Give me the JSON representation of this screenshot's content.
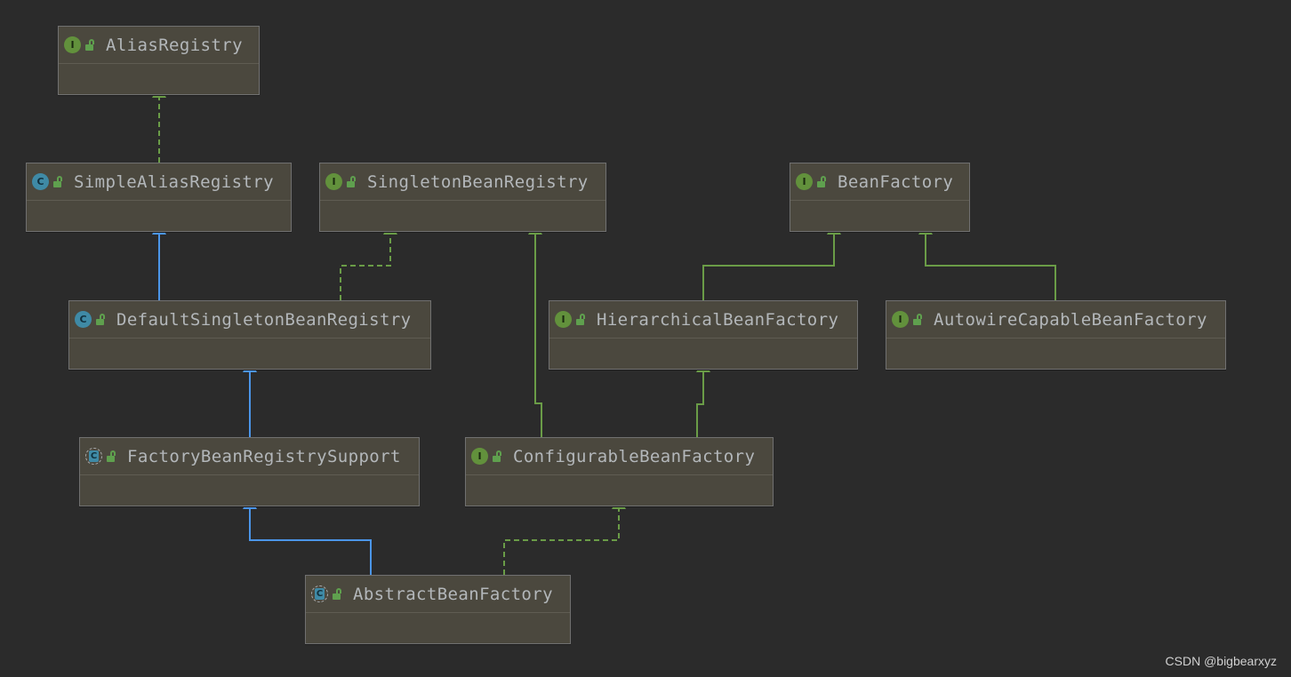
{
  "diagram": {
    "colors": {
      "background": "#2b2b2b",
      "node_fill": "#4b483e",
      "node_border": "#707070",
      "implements_edge": "#6a9c47",
      "extends_edge": "#4b95e8"
    },
    "nodes": [
      {
        "id": "alias-registry",
        "label": "AliasRegistry",
        "kind": "interface",
        "kind_glyph": "I"
      },
      {
        "id": "simple-alias-registry",
        "label": "SimpleAliasRegistry",
        "kind": "class",
        "kind_glyph": "C"
      },
      {
        "id": "singleton-bean-registry",
        "label": "SingletonBeanRegistry",
        "kind": "interface",
        "kind_glyph": "I"
      },
      {
        "id": "bean-factory",
        "label": "BeanFactory",
        "kind": "interface",
        "kind_glyph": "I"
      },
      {
        "id": "default-singleton-bean-registry",
        "label": "DefaultSingletonBeanRegistry",
        "kind": "class",
        "kind_glyph": "C"
      },
      {
        "id": "hierarchical-bean-factory",
        "label": "HierarchicalBeanFactory",
        "kind": "interface",
        "kind_glyph": "I"
      },
      {
        "id": "autowire-capable-bean-factory",
        "label": "AutowireCapableBeanFactory",
        "kind": "interface",
        "kind_glyph": "I"
      },
      {
        "id": "factory-bean-registry-support",
        "label": "FactoryBeanRegistrySupport",
        "kind": "abstract",
        "kind_glyph": "C"
      },
      {
        "id": "configurable-bean-factory",
        "label": "ConfigurableBeanFactory",
        "kind": "interface",
        "kind_glyph": "I"
      },
      {
        "id": "abstract-bean-factory",
        "label": "AbstractBeanFactory",
        "kind": "abstract",
        "kind_glyph": "C"
      }
    ],
    "edges": [
      {
        "from": "simple-alias-registry",
        "to": "alias-registry",
        "type": "implements"
      },
      {
        "from": "default-singleton-bean-registry",
        "to": "simple-alias-registry",
        "type": "extends"
      },
      {
        "from": "default-singleton-bean-registry",
        "to": "singleton-bean-registry",
        "type": "implements"
      },
      {
        "from": "configurable-bean-factory",
        "to": "singleton-bean-registry",
        "type": "interface-extends"
      },
      {
        "from": "hierarchical-bean-factory",
        "to": "bean-factory",
        "type": "interface-extends"
      },
      {
        "from": "autowire-capable-bean-factory",
        "to": "bean-factory",
        "type": "interface-extends"
      },
      {
        "from": "configurable-bean-factory",
        "to": "hierarchical-bean-factory",
        "type": "interface-extends"
      },
      {
        "from": "factory-bean-registry-support",
        "to": "default-singleton-bean-registry",
        "type": "extends"
      },
      {
        "from": "abstract-bean-factory",
        "to": "factory-bean-registry-support",
        "type": "extends"
      },
      {
        "from": "abstract-bean-factory",
        "to": "configurable-bean-factory",
        "type": "implements"
      }
    ]
  },
  "watermark": "CSDN @bigbearxyz"
}
